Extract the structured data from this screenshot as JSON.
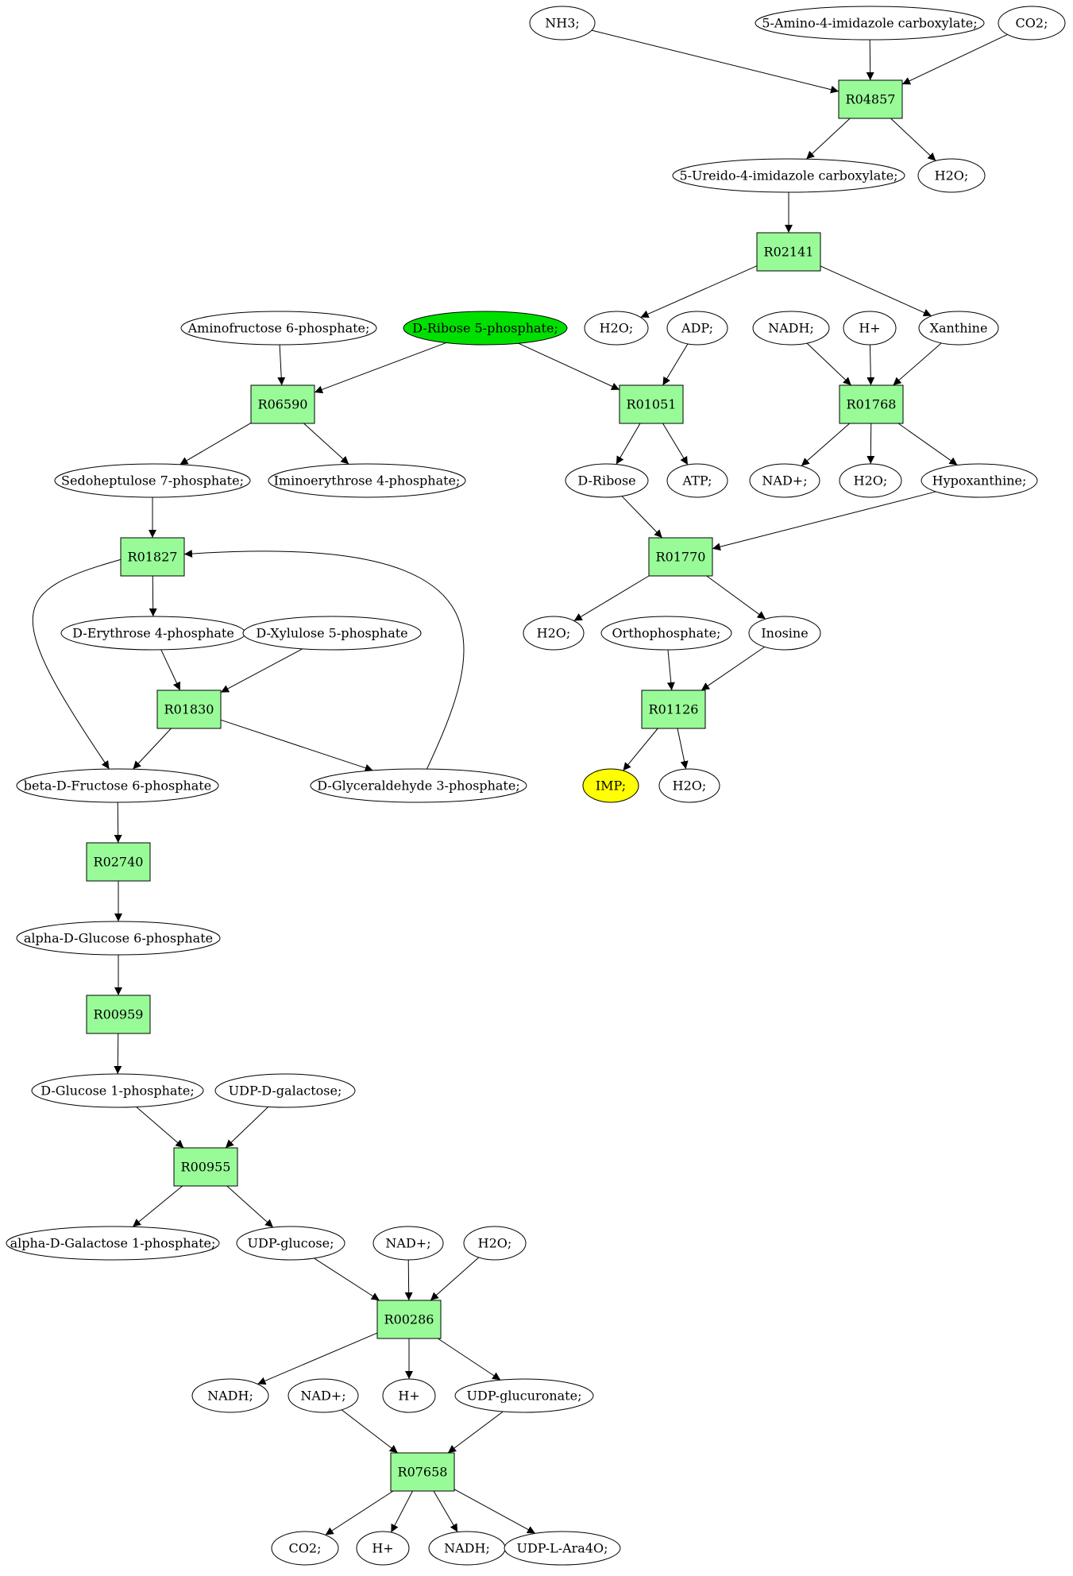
{
  "colors": {
    "reaction_fill": "#98fb98",
    "source_fill": "#00e000",
    "target_fill": "#ffff00",
    "compound_fill": "#ffffff",
    "stroke": "#000000"
  },
  "nodes": [
    {
      "id": "c_nh3",
      "label": "NH3;",
      "kind": "compound"
    },
    {
      "id": "c_aica",
      "label": "5-Amino-4-imidazole carboxylate;",
      "kind": "compound"
    },
    {
      "id": "c_co2_top",
      "label": "CO2;",
      "kind": "compound"
    },
    {
      "id": "r_R04857",
      "label": "R04857",
      "kind": "reaction"
    },
    {
      "id": "c_ureido",
      "label": "5-Ureido-4-imidazole carboxylate;",
      "kind": "compound"
    },
    {
      "id": "c_h2o_a",
      "label": "H2O;",
      "kind": "compound"
    },
    {
      "id": "r_R02141",
      "label": "R02141",
      "kind": "reaction"
    },
    {
      "id": "c_aminofructose",
      "label": "Aminofructose 6-phosphate;",
      "kind": "compound"
    },
    {
      "id": "c_ribose5p",
      "label": "D-Ribose 5-phosphate;",
      "kind": "source"
    },
    {
      "id": "c_h2o_b",
      "label": "H2O;",
      "kind": "compound"
    },
    {
      "id": "c_adp",
      "label": "ADP;",
      "kind": "compound"
    },
    {
      "id": "c_nadh_a",
      "label": "NADH;",
      "kind": "compound"
    },
    {
      "id": "c_hplus_a",
      "label": "H+",
      "kind": "compound"
    },
    {
      "id": "c_xanthine",
      "label": "Xanthine",
      "kind": "compound"
    },
    {
      "id": "r_R06590",
      "label": "R06590",
      "kind": "reaction"
    },
    {
      "id": "r_R01051",
      "label": "R01051",
      "kind": "reaction"
    },
    {
      "id": "r_R01768",
      "label": "R01768",
      "kind": "reaction"
    },
    {
      "id": "c_sedo",
      "label": "Sedoheptulose 7-phosphate;",
      "kind": "compound"
    },
    {
      "id": "c_imino",
      "label": "Iminoerythrose 4-phosphate;",
      "kind": "compound"
    },
    {
      "id": "c_dribose",
      "label": "D-Ribose",
      "kind": "compound"
    },
    {
      "id": "c_atp",
      "label": "ATP;",
      "kind": "compound"
    },
    {
      "id": "c_nadp_a",
      "label": "NAD+;",
      "kind": "compound"
    },
    {
      "id": "c_h2o_c",
      "label": "H2O;",
      "kind": "compound"
    },
    {
      "id": "c_hypox",
      "label": "Hypoxanthine;",
      "kind": "compound"
    },
    {
      "id": "r_R01827",
      "label": "R01827",
      "kind": "reaction"
    },
    {
      "id": "r_R01770",
      "label": "R01770",
      "kind": "reaction"
    },
    {
      "id": "c_erythrose",
      "label": "D-Erythrose 4-phosphate",
      "kind": "compound"
    },
    {
      "id": "c_xylulose",
      "label": "D-Xylulose 5-phosphate",
      "kind": "compound"
    },
    {
      "id": "c_h2o_d",
      "label": "H2O;",
      "kind": "compound"
    },
    {
      "id": "c_orthop",
      "label": "Orthophosphate;",
      "kind": "compound"
    },
    {
      "id": "c_inosine",
      "label": "Inosine",
      "kind": "compound"
    },
    {
      "id": "r_R01830",
      "label": "R01830",
      "kind": "reaction"
    },
    {
      "id": "r_R01126",
      "label": "R01126",
      "kind": "reaction"
    },
    {
      "id": "c_fructose6p",
      "label": "beta-D-Fructose 6-phosphate",
      "kind": "compound"
    },
    {
      "id": "c_g3p",
      "label": "D-Glyceraldehyde 3-phosphate;",
      "kind": "compound"
    },
    {
      "id": "c_imp",
      "label": "IMP;",
      "kind": "target"
    },
    {
      "id": "c_h2o_e",
      "label": "H2O;",
      "kind": "compound"
    },
    {
      "id": "r_R02740",
      "label": "R02740",
      "kind": "reaction"
    },
    {
      "id": "c_glucose6p",
      "label": "alpha-D-Glucose 6-phosphate",
      "kind": "compound"
    },
    {
      "id": "r_R00959",
      "label": "R00959",
      "kind": "reaction"
    },
    {
      "id": "c_glucose1p",
      "label": "D-Glucose 1-phosphate;",
      "kind": "compound"
    },
    {
      "id": "c_udpgal",
      "label": "UDP-D-galactose;",
      "kind": "compound"
    },
    {
      "id": "r_R00955",
      "label": "R00955",
      "kind": "reaction"
    },
    {
      "id": "c_gal1p",
      "label": "alpha-D-Galactose 1-phosphate;",
      "kind": "compound"
    },
    {
      "id": "c_udpglc",
      "label": "UDP-glucose;",
      "kind": "compound"
    },
    {
      "id": "c_nadp_b",
      "label": "NAD+;",
      "kind": "compound"
    },
    {
      "id": "c_h2o_f",
      "label": "H2O;",
      "kind": "compound"
    },
    {
      "id": "r_R00286",
      "label": "R00286",
      "kind": "reaction"
    },
    {
      "id": "c_nadh_b",
      "label": "NADH;",
      "kind": "compound"
    },
    {
      "id": "c_nadp_c",
      "label": "NAD+;",
      "kind": "compound"
    },
    {
      "id": "c_hplus_b",
      "label": "H+",
      "kind": "compound"
    },
    {
      "id": "c_udpgca",
      "label": "UDP-glucuronate;",
      "kind": "compound"
    },
    {
      "id": "r_R07658",
      "label": "R07658",
      "kind": "reaction"
    },
    {
      "id": "c_co2_bot",
      "label": "CO2;",
      "kind": "compound"
    },
    {
      "id": "c_hplus_c",
      "label": "H+",
      "kind": "compound"
    },
    {
      "id": "c_nadh_c",
      "label": "NADH;",
      "kind": "compound"
    },
    {
      "id": "c_udpara",
      "label": "UDP-L-Ara4O;",
      "kind": "compound"
    }
  ],
  "edges": [
    {
      "from": "c_nh3",
      "to": "r_R04857"
    },
    {
      "from": "c_aica",
      "to": "r_R04857"
    },
    {
      "from": "c_co2_top",
      "to": "r_R04857"
    },
    {
      "from": "r_R04857",
      "to": "c_ureido"
    },
    {
      "from": "r_R04857",
      "to": "c_h2o_a"
    },
    {
      "from": "c_ureido",
      "to": "r_R02141"
    },
    {
      "from": "r_R02141",
      "to": "c_h2o_b"
    },
    {
      "from": "r_R02141",
      "to": "c_xanthine"
    },
    {
      "from": "c_aminofructose",
      "to": "r_R06590"
    },
    {
      "from": "c_ribose5p",
      "to": "r_R06590"
    },
    {
      "from": "c_ribose5p",
      "to": "r_R01051"
    },
    {
      "from": "c_adp",
      "to": "r_R01051"
    },
    {
      "from": "c_nadh_a",
      "to": "r_R01768"
    },
    {
      "from": "c_hplus_a",
      "to": "r_R01768"
    },
    {
      "from": "c_xanthine",
      "to": "r_R01768"
    },
    {
      "from": "r_R06590",
      "to": "c_sedo"
    },
    {
      "from": "r_R06590",
      "to": "c_imino"
    },
    {
      "from": "r_R01051",
      "to": "c_dribose"
    },
    {
      "from": "r_R01051",
      "to": "c_atp"
    },
    {
      "from": "r_R01768",
      "to": "c_nadp_a"
    },
    {
      "from": "r_R01768",
      "to": "c_h2o_c"
    },
    {
      "from": "r_R01768",
      "to": "c_hypox"
    },
    {
      "from": "c_sedo",
      "to": "r_R01827"
    },
    {
      "from": "c_dribose",
      "to": "r_R01770"
    },
    {
      "from": "c_hypox",
      "to": "r_R01770"
    },
    {
      "from": "r_R01827",
      "to": "c_erythrose"
    },
    {
      "from": "r_R01827",
      "to": "c_fructose6p",
      "curve": "left"
    },
    {
      "from": "c_g3p",
      "to": "r_R01827",
      "curve": "right"
    },
    {
      "from": "c_erythrose",
      "to": "r_R01830"
    },
    {
      "from": "c_xylulose",
      "to": "r_R01830"
    },
    {
      "from": "r_R01770",
      "to": "c_h2o_d"
    },
    {
      "from": "r_R01770",
      "to": "c_inosine"
    },
    {
      "from": "c_orthop",
      "to": "r_R01126"
    },
    {
      "from": "c_inosine",
      "to": "r_R01126"
    },
    {
      "from": "r_R01830",
      "to": "c_fructose6p"
    },
    {
      "from": "r_R01830",
      "to": "c_g3p"
    },
    {
      "from": "r_R01126",
      "to": "c_imp"
    },
    {
      "from": "r_R01126",
      "to": "c_h2o_e"
    },
    {
      "from": "c_fructose6p",
      "to": "r_R02740"
    },
    {
      "from": "r_R02740",
      "to": "c_glucose6p"
    },
    {
      "from": "c_glucose6p",
      "to": "r_R00959"
    },
    {
      "from": "r_R00959",
      "to": "c_glucose1p"
    },
    {
      "from": "c_glucose1p",
      "to": "r_R00955"
    },
    {
      "from": "c_udpgal",
      "to": "r_R00955"
    },
    {
      "from": "r_R00955",
      "to": "c_gal1p"
    },
    {
      "from": "r_R00955",
      "to": "c_udpglc"
    },
    {
      "from": "c_udpglc",
      "to": "r_R00286"
    },
    {
      "from": "c_nadp_b",
      "to": "r_R00286"
    },
    {
      "from": "c_h2o_f",
      "to": "r_R00286"
    },
    {
      "from": "r_R00286",
      "to": "c_nadh_b"
    },
    {
      "from": "r_R00286",
      "to": "c_hplus_b"
    },
    {
      "from": "r_R00286",
      "to": "c_udpgca"
    },
    {
      "from": "c_nadp_c",
      "to": "r_R07658"
    },
    {
      "from": "c_udpgca",
      "to": "r_R07658"
    },
    {
      "from": "r_R07658",
      "to": "c_co2_bot"
    },
    {
      "from": "r_R07658",
      "to": "c_hplus_c"
    },
    {
      "from": "r_R07658",
      "to": "c_nadh_c"
    },
    {
      "from": "r_R07658",
      "to": "c_udpara"
    }
  ]
}
